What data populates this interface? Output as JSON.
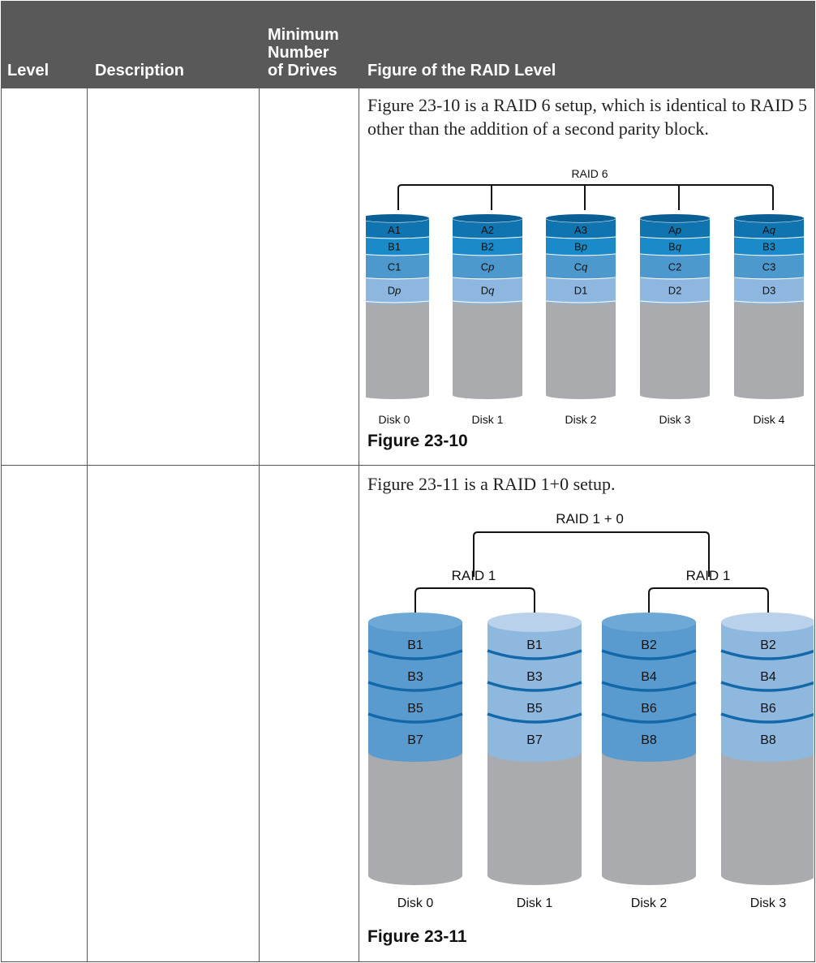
{
  "table": {
    "headers": {
      "level": "Level",
      "description": "Description",
      "min_drives": "Minimum\nNumber\nof Drives",
      "figure": "Figure of the RAID Level"
    },
    "rows": [
      {
        "level": "",
        "description": "",
        "min_drives": "",
        "text": "Figure 23-10 is a RAID 6 setup, which is identical to RAID 5 other than the addition of a second parity block.",
        "figure_title": "RAID 6",
        "figure_caption": "Figure 23-10",
        "disks": [
          {
            "label": "Disk 0",
            "blocks": [
              "A1",
              "B1",
              "C1",
              "Dp"
            ]
          },
          {
            "label": "Disk 1",
            "blocks": [
              "A2",
              "B2",
              "Cp",
              "Dq"
            ]
          },
          {
            "label": "Disk 2",
            "blocks": [
              "A3",
              "Bp",
              "Cq",
              "D1"
            ]
          },
          {
            "label": "Disk 3",
            "blocks": [
              "Ap",
              "Bq",
              "C2",
              "D2"
            ]
          },
          {
            "label": "Disk 4",
            "blocks": [
              "Aq",
              "B3",
              "C3",
              "D3"
            ]
          }
        ]
      },
      {
        "level": "",
        "description": "",
        "min_drives": "",
        "text": "Figure 23-11 is a RAID 1+0 setup.",
        "figure_title": "RAID 1 + 0",
        "sub_titles": [
          "RAID 1",
          "RAID 1"
        ],
        "figure_caption": "Figure 23-11",
        "disks": [
          {
            "label": "Disk 0",
            "blocks": [
              "B1",
              "B3",
              "B5",
              "B7"
            ]
          },
          {
            "label": "Disk 1",
            "blocks": [
              "B1",
              "B3",
              "B5",
              "B7"
            ]
          },
          {
            "label": "Disk 2",
            "blocks": [
              "B2",
              "B4",
              "B6",
              "B8"
            ]
          },
          {
            "label": "Disk 3",
            "blocks": [
              "B2",
              "B4",
              "B6",
              "B8"
            ]
          }
        ]
      }
    ]
  },
  "colors": {
    "header_bg": "#595959",
    "header_text": "#ffffff",
    "raid6_row_a": "#0f74b0",
    "raid6_row_b": "#1a8ac9",
    "raid6_row_c": "#4d98cd",
    "raid6_row_d": "#8db7de",
    "raid10_primary": "#5a9bcf",
    "raid10_mirror": "#8fb8df",
    "disk_body": "#a9abae",
    "stripe_line": "#1268a8"
  }
}
